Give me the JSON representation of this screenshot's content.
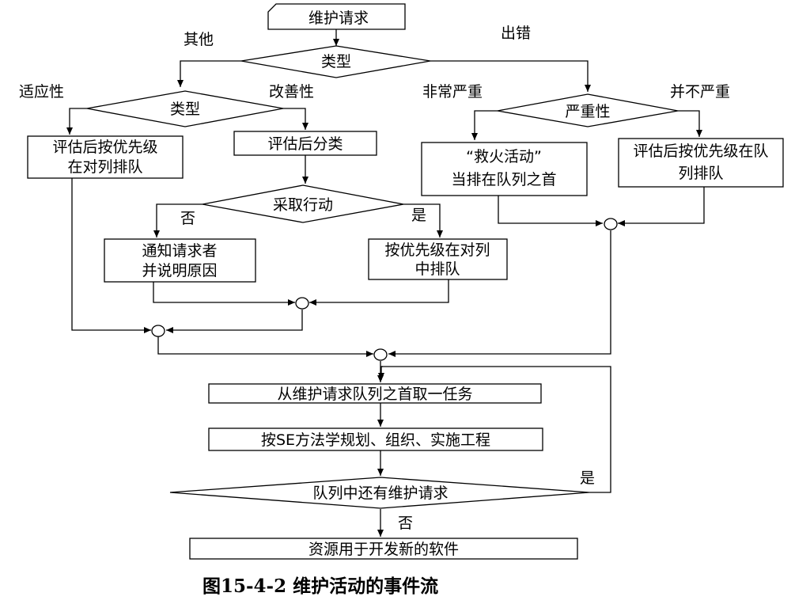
{
  "caption": "图15-4-2 维护活动的事件流",
  "nodes": {
    "request": "维护请求",
    "type1": "类型",
    "type2": "类型",
    "severity": "严重性",
    "eval_queue_left": [
      "评估后按优先级",
      "在对列排队"
    ],
    "eval_classify": "评估后分类",
    "fire_fight": [
      "“救火活动”",
      "当排在队列之首"
    ],
    "eval_queue_right": [
      "评估后按优先级在队",
      "列排队"
    ],
    "take_action": "采取行动",
    "notify": [
      "通知请求者",
      "并说明原因"
    ],
    "queue_priority": [
      "按优先级在对列",
      "中排队"
    ],
    "take_task": "从维护请求队列之首取一任务",
    "plan": "按SE方法学规划、组织、实施工程",
    "more_requests": "队列中还有维护请求",
    "new_software": "资源用于开发新的软件"
  },
  "edge_labels": {
    "other": "其他",
    "error": "出错",
    "adaptive": "适应性",
    "perfective": "改善性",
    "very_serious": "非常严重",
    "not_serious": "并不严重",
    "no_action": "否",
    "yes_action": "是",
    "yes_loop": "是",
    "no_end": "否"
  }
}
